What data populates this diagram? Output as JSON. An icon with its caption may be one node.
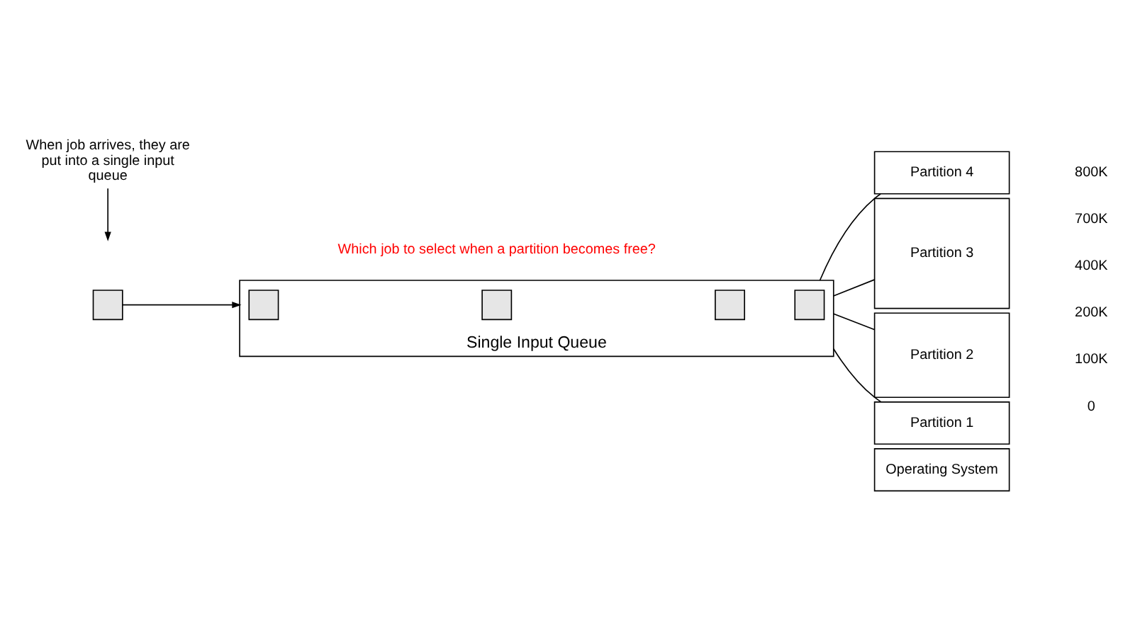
{
  "diagram": {
    "nodes": [
      {
        "text": [
          "When job arrives, they are put into a single input queue"
        ]
      },
      {
        "text": [],
        "shape": "box"
      },
      {
        "text": [],
        "shape": "box",
        "beside": [
          "Single Input Queue"
        ]
      },
      {
        "text": [],
        "shape": "box",
        "in": 2
      },
      {
        "text": [],
        "shape": "box",
        "in": 2
      },
      {
        "text": [],
        "shape": "box",
        "in": 2
      },
      {
        "text": [],
        "shape": "box",
        "in": 2
      },
      {
        "text": [
          "Partition 4"
        ]
      },
      {
        "text": [
          "Partition 3"
        ]
      },
      {
        "text": [
          "Partition 2"
        ]
      },
      {
        "text": [
          "Partition 1"
        ]
      },
      {
        "text": [
          "Operating System"
        ]
      }
    ],
    "edges": [
      {
        "from": 0,
        "to": null,
        "arrow": "to"
      },
      {
        "from": 1,
        "to": 2,
        "arrow": "to"
      },
      {
        "from": 2,
        "to": 7,
        "arrow": "none"
      },
      {
        "from": 2,
        "to": 8,
        "arrow": "none"
      },
      {
        "from": 2,
        "to": 9,
        "arrow": "none"
      },
      {
        "from": 2,
        "to": 10,
        "arrow": "none"
      }
    ],
    "labels": [
      "800K",
      "700K",
      "400K",
      "200K",
      "100K",
      "0",
      "Which job to select when a partition becomes free?"
    ]
  }
}
